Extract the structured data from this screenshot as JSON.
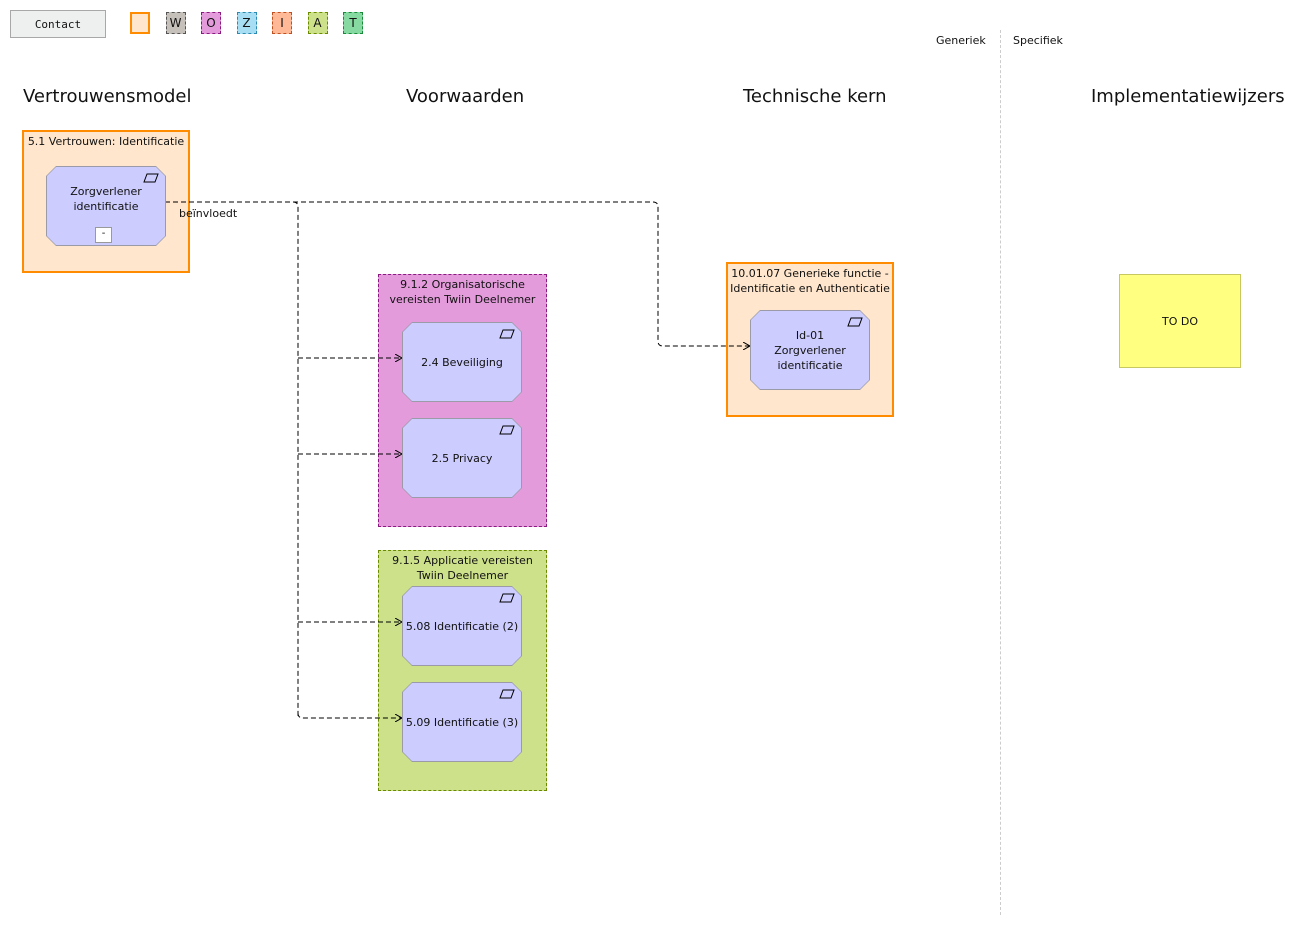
{
  "toolbar": {
    "contact": "Contact",
    "legend": [
      {
        "label": "",
        "bg": "#ffe6cc",
        "border": "#ff8c00"
      },
      {
        "label": "W",
        "bg": "#c6c0bb",
        "border": "#555"
      },
      {
        "label": "O",
        "bg": "#e39bdb",
        "border": "#8a1a80"
      },
      {
        "label": "Z",
        "bg": "#a8def3",
        "border": "#2a8ab0"
      },
      {
        "label": "I",
        "bg": "#ffb996",
        "border": "#c05020"
      },
      {
        "label": "A",
        "bg": "#cde08a",
        "border": "#6a8a00"
      },
      {
        "label": "T",
        "bg": "#86d9a0",
        "border": "#1a8a3a"
      }
    ]
  },
  "scope": {
    "generic": "Generiek",
    "specific": "Specifiek"
  },
  "columns": [
    "Vertrouwensmodel",
    "Voorwaarden",
    "Technische kern",
    "Implementatiewijzers"
  ],
  "groups": {
    "g51": "5.1 Vertrouwen: Identificatie",
    "g912": "9.1.2 Organisatorische vereisten Twiin Deelnemer",
    "g915": "9.1.5 Applicatie vereisten Twiin Deelnemer",
    "g1001": "10.01.07 Generieke functie - Identificatie en Authenticatie"
  },
  "nodes": {
    "zorg": "Zorgverlener identificatie",
    "collapse": "-",
    "n24": "2.4 Beveiliging",
    "n25": "2.5 Privacy",
    "n508": "5.08 Identificatie (2)",
    "n509": "5.09 Identificatie (3)",
    "id01": "Id-01 Zorgverlener identificatie"
  },
  "relation_label": "beïnvloedt",
  "note": "TO DO"
}
